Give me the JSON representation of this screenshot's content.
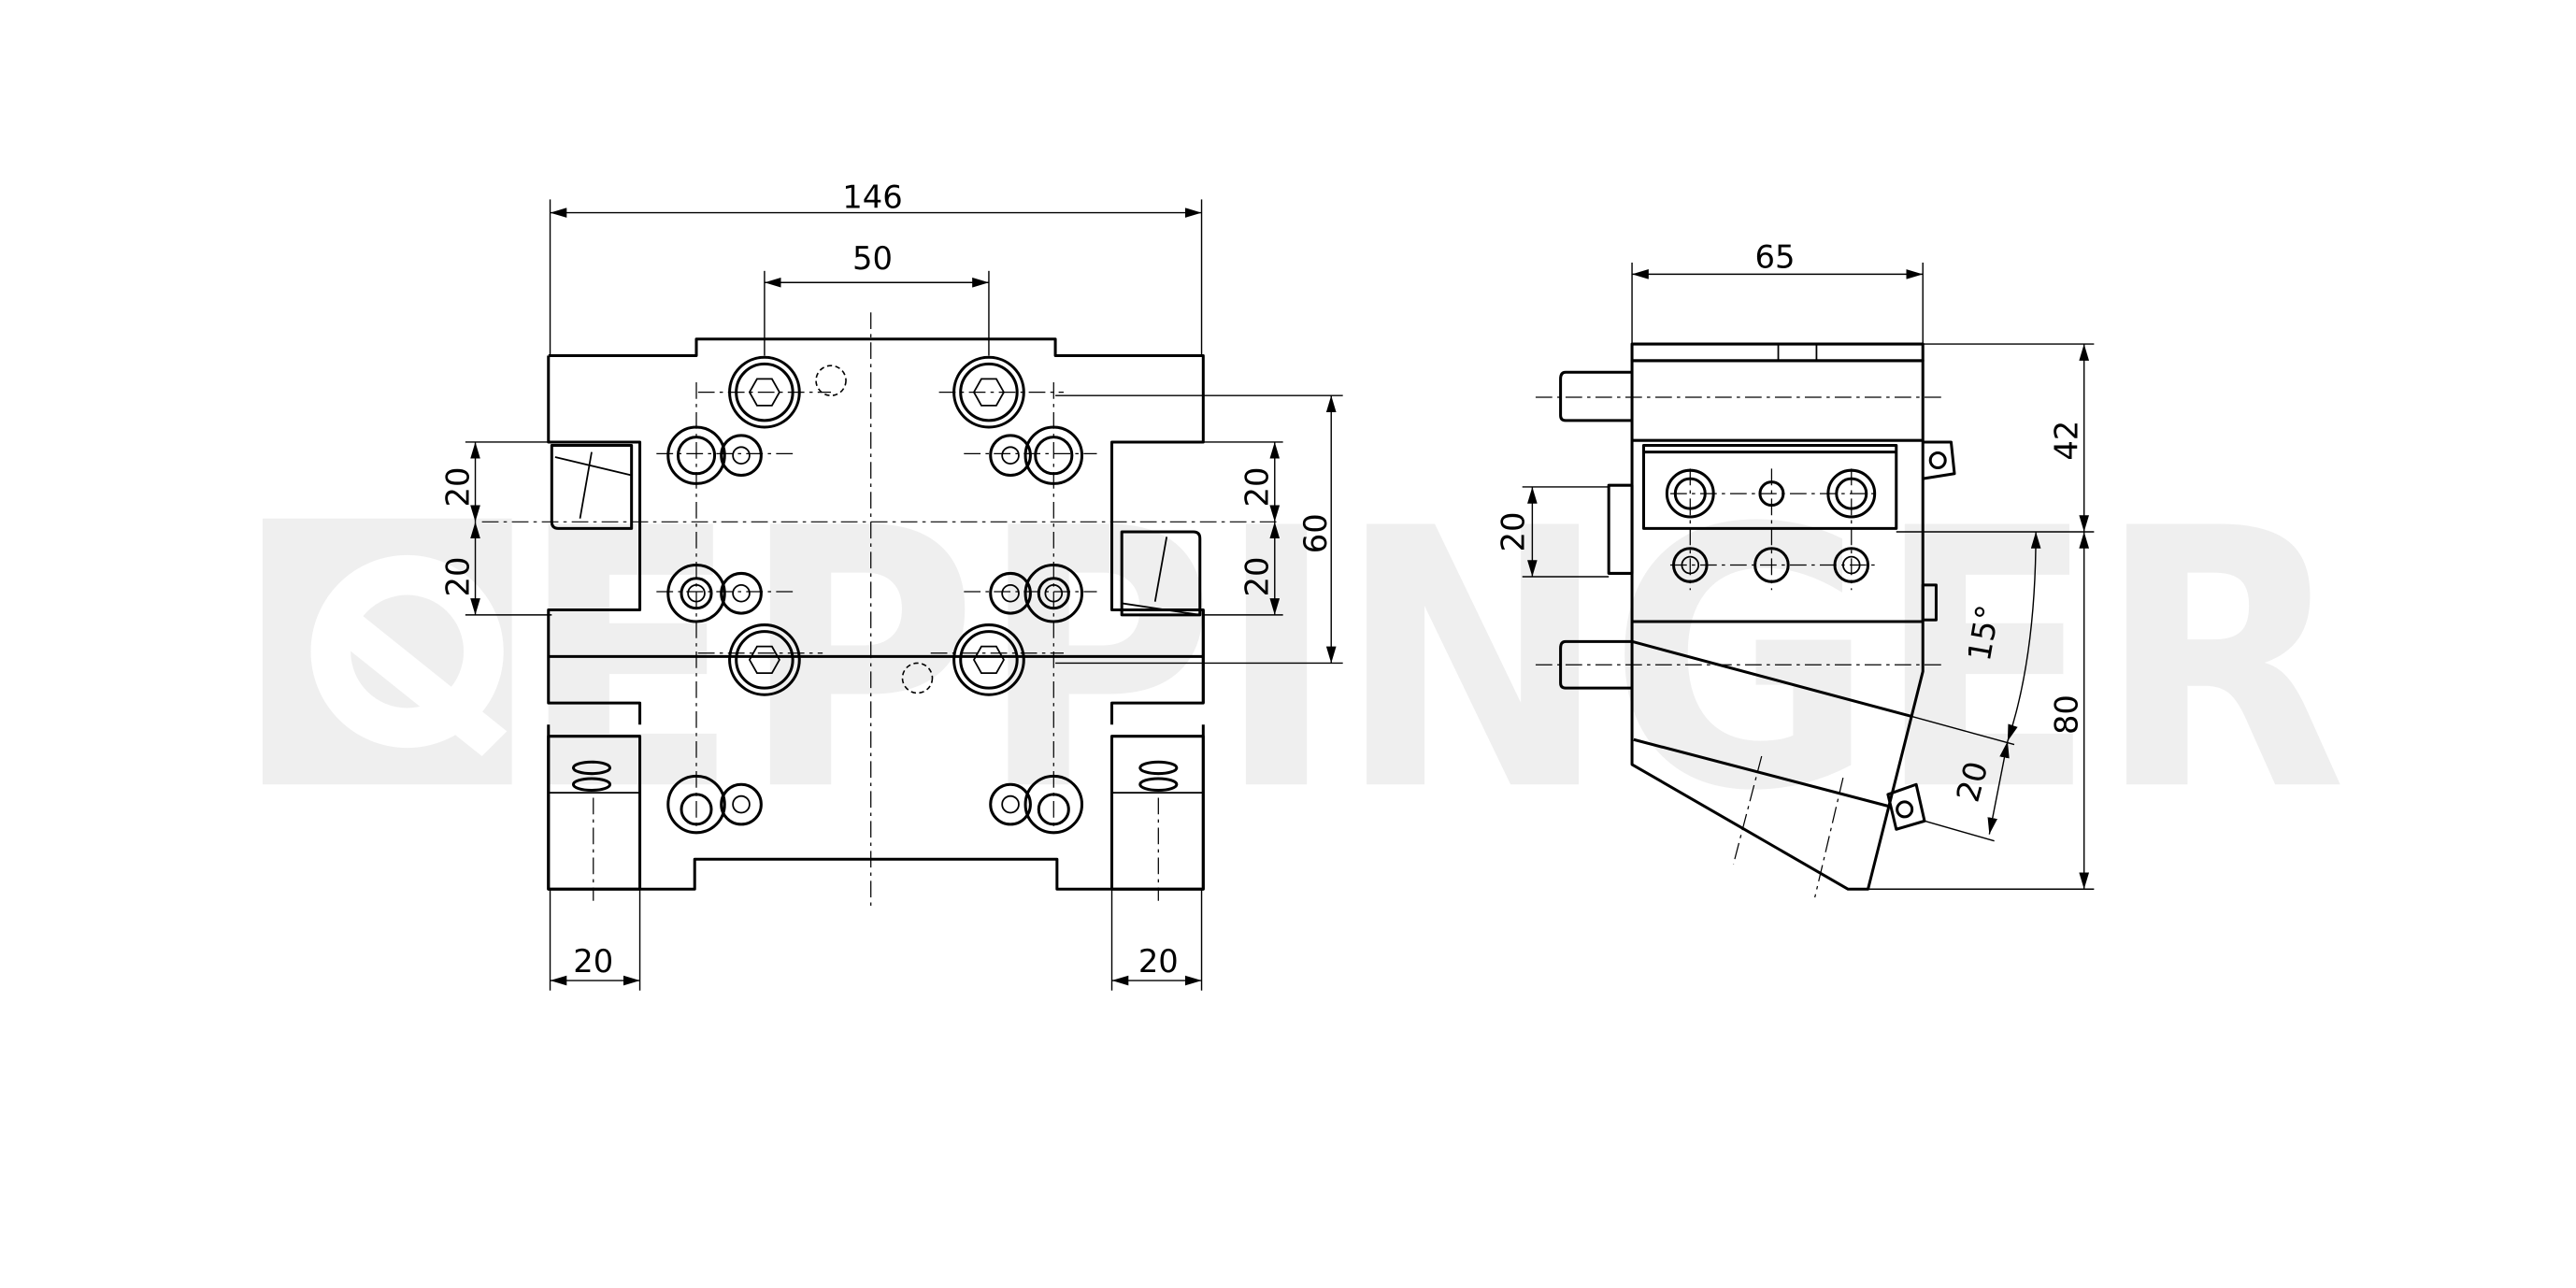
{
  "watermark": {
    "brand": "EPPINGER"
  },
  "front_view": {
    "dims": {
      "overall_width": "146",
      "bolt_spacing": "50",
      "vertical_spacing": "60",
      "left_upper": "20",
      "left_lower": "20",
      "right_upper": "20",
      "right_lower": "20",
      "bottom_left": "20",
      "bottom_right": "20"
    }
  },
  "side_view": {
    "dims": {
      "depth": "65",
      "upper_height": "42",
      "lower_height": "80",
      "side_offset": "20",
      "angle": "15°",
      "angled_offset": "20"
    }
  }
}
